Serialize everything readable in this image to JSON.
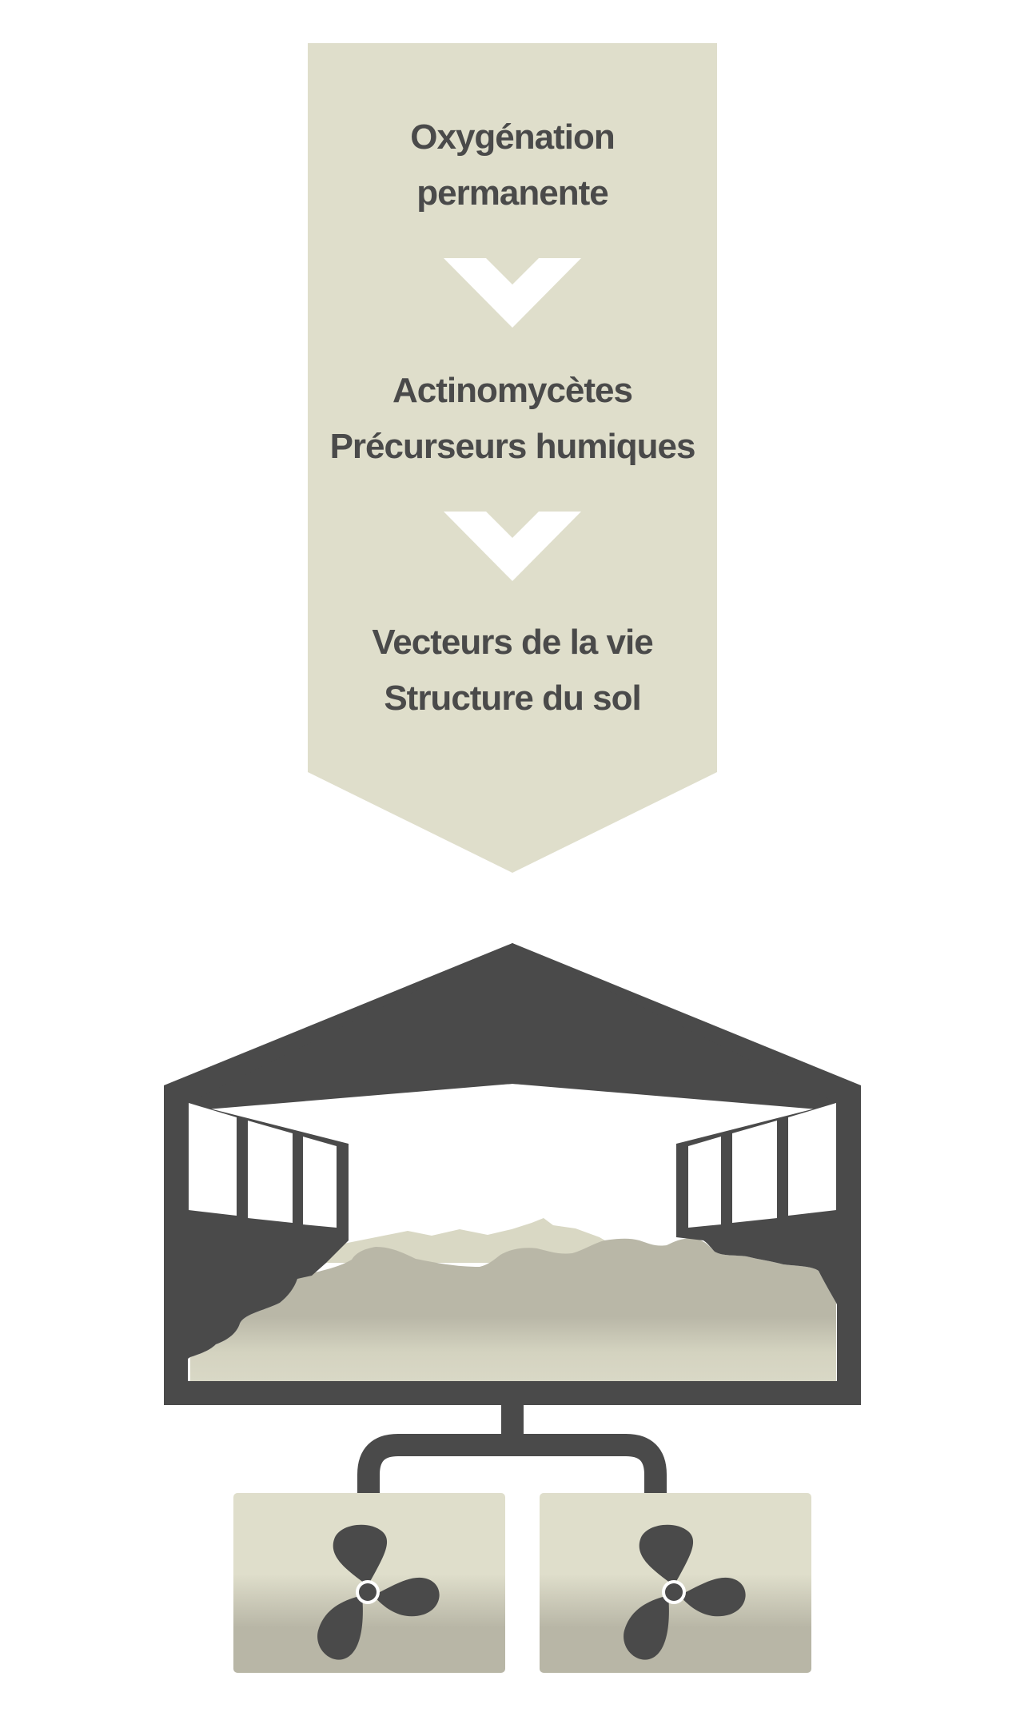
{
  "colors": {
    "banner_fill": "#dfdecb",
    "chevron": "#ffffff",
    "text": "#4a4a4a",
    "building": "#4a4a4a",
    "compost_light": "#d9d8c4",
    "compost_dark": "#b8b6a6",
    "fan_box_top": "#dfdecb",
    "fan_box_bottom": "#b8b6a6"
  },
  "steps": [
    {
      "lines": [
        "Oxygénation",
        "permanente"
      ]
    },
    {
      "lines": [
        "Actinomycètes",
        "Précurseurs humiques"
      ]
    },
    {
      "lines": [
        "Vecteurs de la vie",
        "Structure du sol"
      ]
    }
  ],
  "icons": {
    "building": "composting-hall-icon",
    "pipe": "air-pipe-icon",
    "fan": "fan-icon"
  }
}
